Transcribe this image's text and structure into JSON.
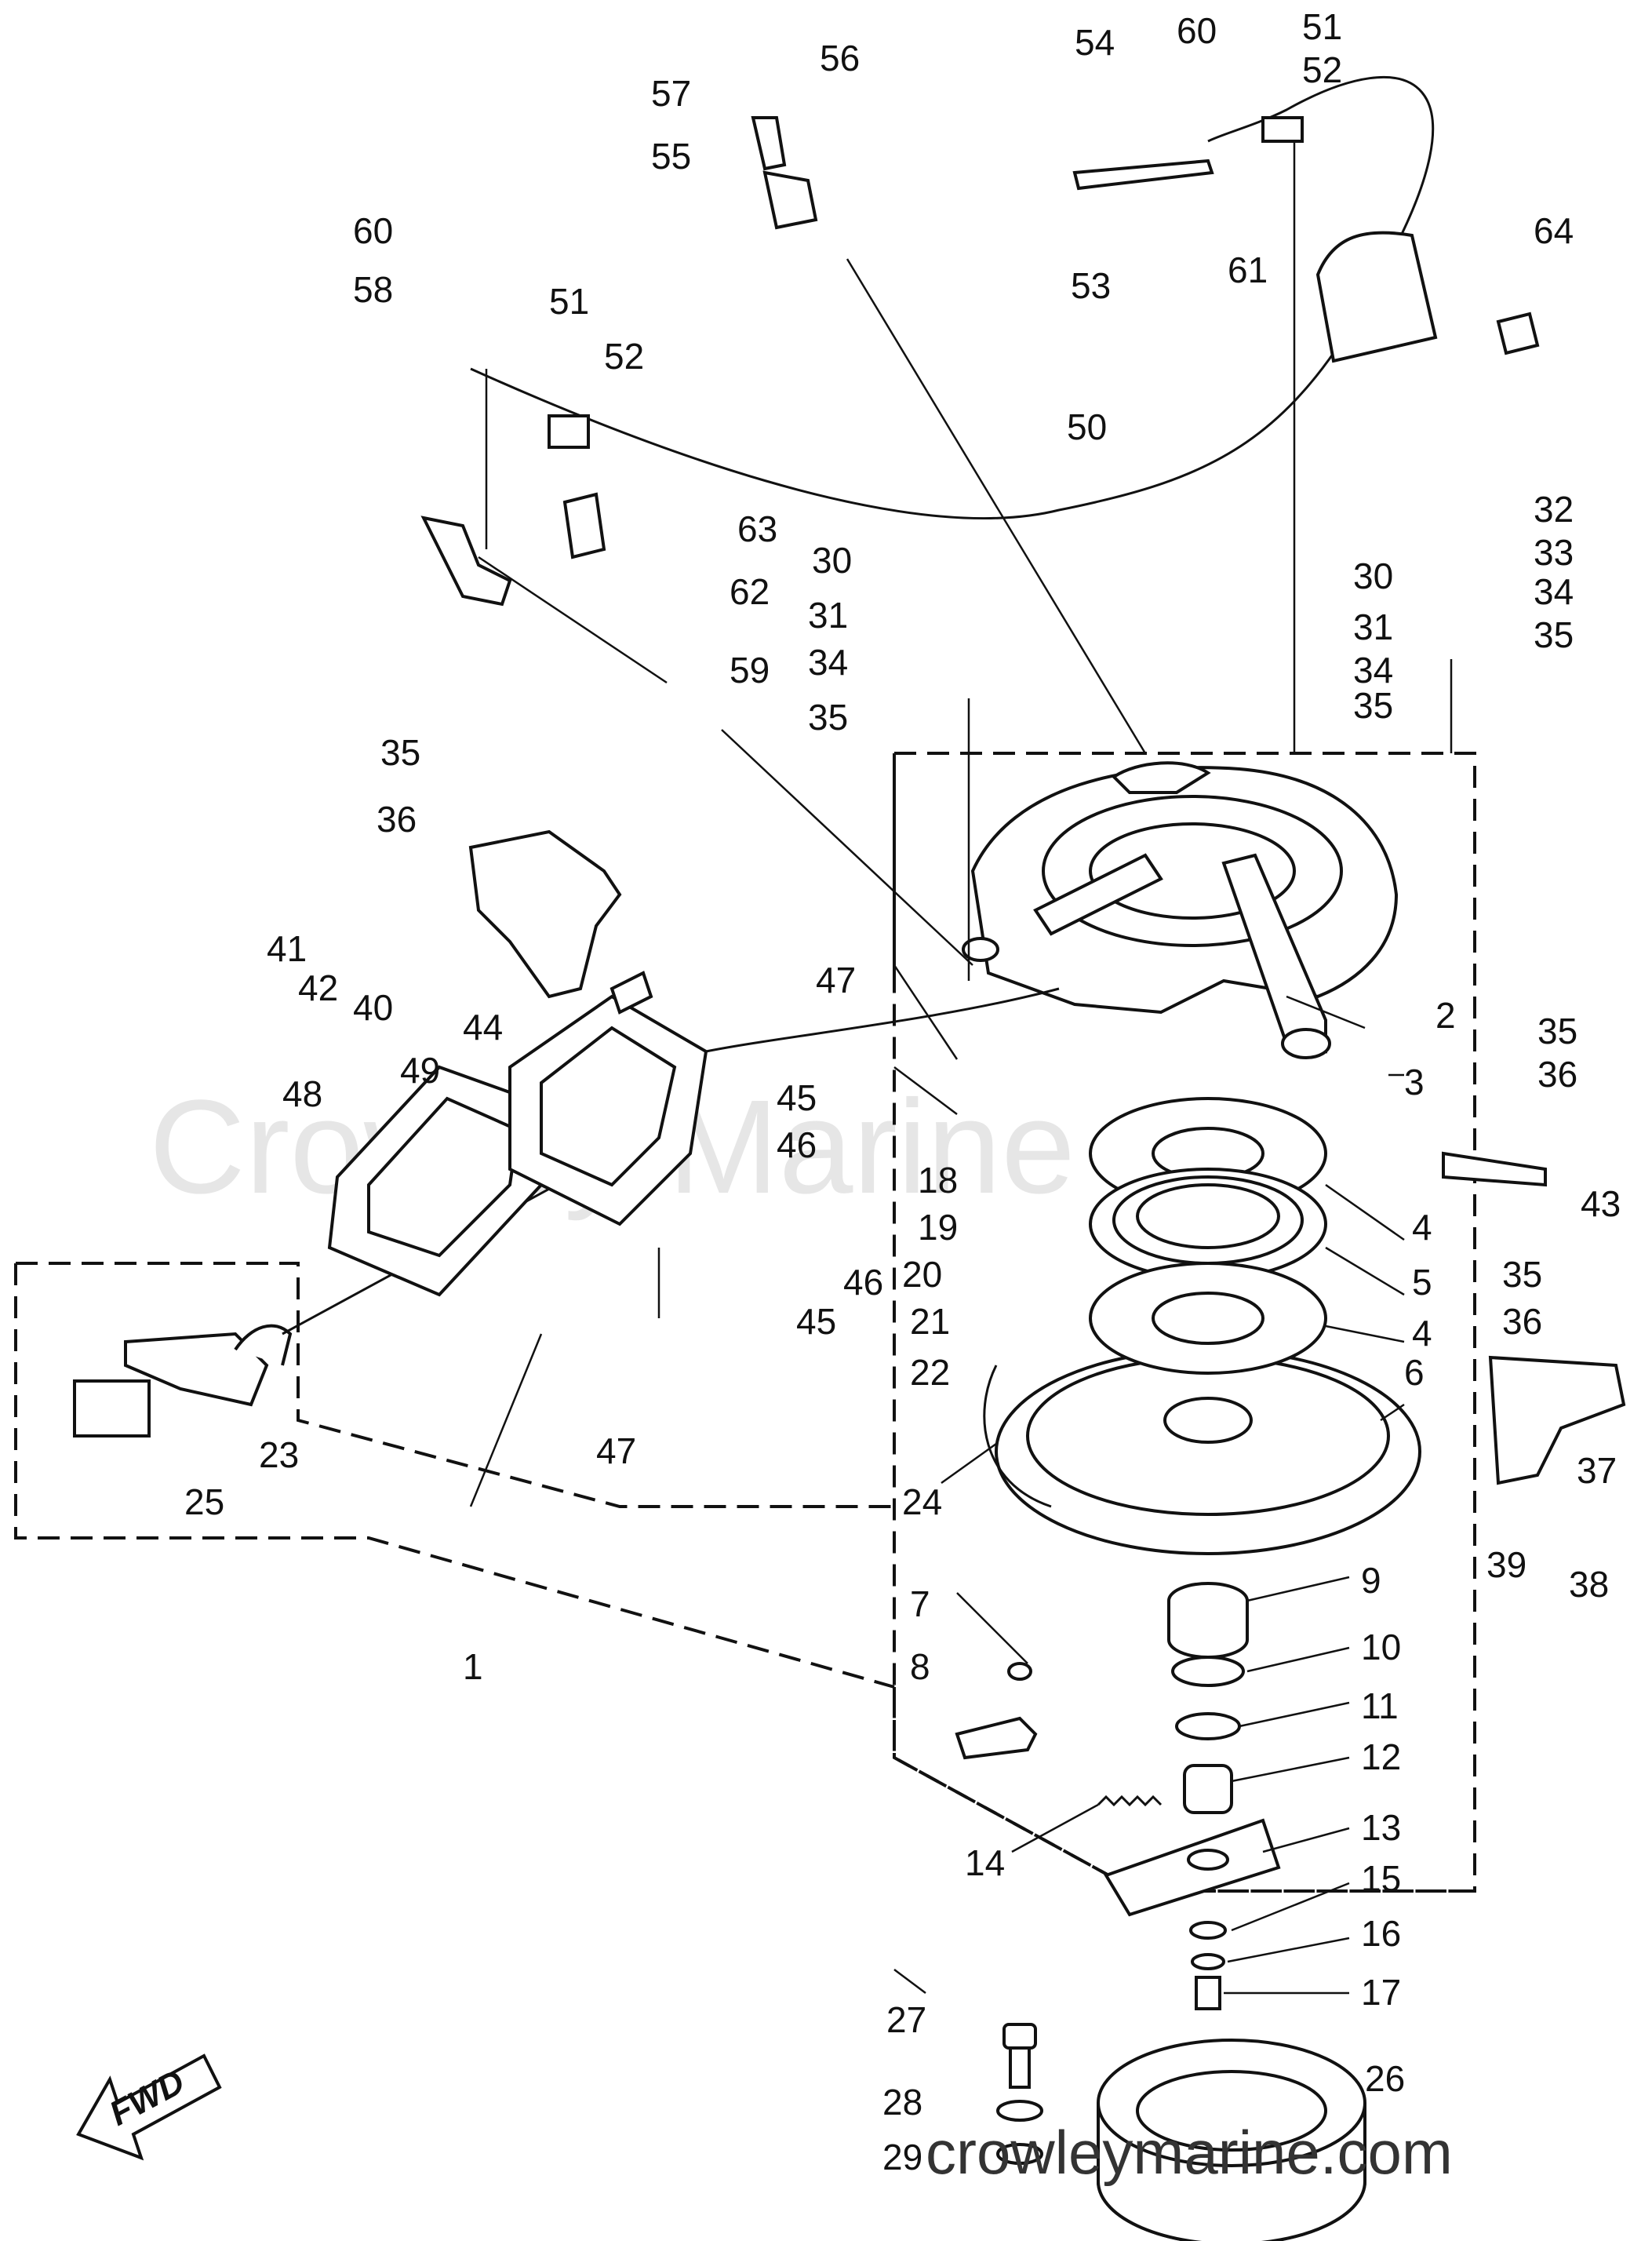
{
  "watermark": "Crowley Marine",
  "footer_url": "crowleymarine.com",
  "fwd_label": "FWD",
  "callouts": [
    {
      "id": "c1",
      "text": "1"
    },
    {
      "id": "c2",
      "text": "2"
    },
    {
      "id": "c3",
      "text": "3"
    },
    {
      "id": "c4a",
      "text": "4"
    },
    {
      "id": "c4b",
      "text": "4"
    },
    {
      "id": "c5",
      "text": "5"
    },
    {
      "id": "c6",
      "text": "6"
    },
    {
      "id": "c7",
      "text": "7"
    },
    {
      "id": "c8",
      "text": "8"
    },
    {
      "id": "c9",
      "text": "9"
    },
    {
      "id": "c10",
      "text": "10"
    },
    {
      "id": "c11",
      "text": "11"
    },
    {
      "id": "c12",
      "text": "12"
    },
    {
      "id": "c13",
      "text": "13"
    },
    {
      "id": "c14",
      "text": "14"
    },
    {
      "id": "c15",
      "text": "15"
    },
    {
      "id": "c16",
      "text": "16"
    },
    {
      "id": "c17",
      "text": "17"
    },
    {
      "id": "c18",
      "text": "18"
    },
    {
      "id": "c19",
      "text": "19"
    },
    {
      "id": "c20",
      "text": "20"
    },
    {
      "id": "c21",
      "text": "21"
    },
    {
      "id": "c22",
      "text": "22"
    },
    {
      "id": "c23",
      "text": "23"
    },
    {
      "id": "c24",
      "text": "24"
    },
    {
      "id": "c25",
      "text": "25"
    },
    {
      "id": "c26",
      "text": "26"
    },
    {
      "id": "c27",
      "text": "27"
    },
    {
      "id": "c28",
      "text": "28"
    },
    {
      "id": "c29",
      "text": "29"
    },
    {
      "id": "c30a",
      "text": "30"
    },
    {
      "id": "c30b",
      "text": "30"
    },
    {
      "id": "c31a",
      "text": "31"
    },
    {
      "id": "c31b",
      "text": "31"
    },
    {
      "id": "c32",
      "text": "32"
    },
    {
      "id": "c33",
      "text": "33"
    },
    {
      "id": "c34a",
      "text": "34"
    },
    {
      "id": "c34b",
      "text": "34"
    },
    {
      "id": "c34c",
      "text": "34"
    },
    {
      "id": "c35a",
      "text": "35"
    },
    {
      "id": "c35b",
      "text": "35"
    },
    {
      "id": "c35c",
      "text": "35"
    },
    {
      "id": "c35d",
      "text": "35"
    },
    {
      "id": "c35e",
      "text": "35"
    },
    {
      "id": "c35f",
      "text": "35"
    },
    {
      "id": "c36a",
      "text": "36"
    },
    {
      "id": "c36b",
      "text": "36"
    },
    {
      "id": "c36c",
      "text": "36"
    },
    {
      "id": "c37",
      "text": "37"
    },
    {
      "id": "c38",
      "text": "38"
    },
    {
      "id": "c39",
      "text": "39"
    },
    {
      "id": "c40",
      "text": "40"
    },
    {
      "id": "c41",
      "text": "41"
    },
    {
      "id": "c42",
      "text": "42"
    },
    {
      "id": "c43",
      "text": "43"
    },
    {
      "id": "c44",
      "text": "44"
    },
    {
      "id": "c45a",
      "text": "45"
    },
    {
      "id": "c45b",
      "text": "45"
    },
    {
      "id": "c46a",
      "text": "46"
    },
    {
      "id": "c46b",
      "text": "46"
    },
    {
      "id": "c47a",
      "text": "47"
    },
    {
      "id": "c47b",
      "text": "47"
    },
    {
      "id": "c48",
      "text": "48"
    },
    {
      "id": "c49",
      "text": "49"
    },
    {
      "id": "c50",
      "text": "50"
    },
    {
      "id": "c51a",
      "text": "51"
    },
    {
      "id": "c51b",
      "text": "51"
    },
    {
      "id": "c52a",
      "text": "52"
    },
    {
      "id": "c52b",
      "text": "52"
    },
    {
      "id": "c53",
      "text": "53"
    },
    {
      "id": "c54",
      "text": "54"
    },
    {
      "id": "c55",
      "text": "55"
    },
    {
      "id": "c56",
      "text": "56"
    },
    {
      "id": "c57",
      "text": "57"
    },
    {
      "id": "c58",
      "text": "58"
    },
    {
      "id": "c59",
      "text": "59"
    },
    {
      "id": "c60a",
      "text": "60"
    },
    {
      "id": "c60b",
      "text": "60"
    },
    {
      "id": "c61",
      "text": "61"
    },
    {
      "id": "c62",
      "text": "62"
    },
    {
      "id": "c63",
      "text": "63"
    },
    {
      "id": "c64",
      "text": "64"
    }
  ]
}
